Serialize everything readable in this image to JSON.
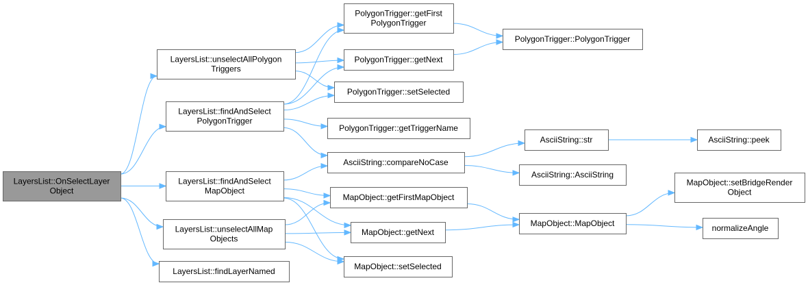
{
  "graph": {
    "edge_color": "#63b8ff",
    "node_border_color": "#666666",
    "root_fill_color": "#999999",
    "nodes": [
      {
        "id": "root",
        "lines": [
          "LayersList::OnSelectLayer",
          "Object"
        ],
        "root": true
      },
      {
        "id": "uapt",
        "lines": [
          "LayersList::unselectAllPolygon",
          "Triggers"
        ]
      },
      {
        "id": "fspt",
        "lines": [
          "LayersList::findAndSelect",
          "PolygonTrigger"
        ]
      },
      {
        "id": "fsmo",
        "lines": [
          "LayersList::findAndSelect",
          "MapObject"
        ]
      },
      {
        "id": "uamo",
        "lines": [
          "LayersList::unselectAllMap",
          "Objects"
        ]
      },
      {
        "id": "fln",
        "lines": [
          "LayersList::findLayerNamed"
        ]
      },
      {
        "id": "ptgf",
        "lines": [
          "PolygonTrigger::getFirst",
          "PolygonTrigger"
        ]
      },
      {
        "id": "ptgn",
        "lines": [
          "PolygonTrigger::getNext"
        ]
      },
      {
        "id": "ptss",
        "lines": [
          "PolygonTrigger::setSelected"
        ]
      },
      {
        "id": "ptgtn",
        "lines": [
          "PolygonTrigger::getTriggerName"
        ]
      },
      {
        "id": "ascn",
        "lines": [
          "AsciiString::compareNoCase"
        ]
      },
      {
        "id": "mogf",
        "lines": [
          "MapObject::getFirstMapObject"
        ]
      },
      {
        "id": "mogn",
        "lines": [
          "MapObject::getNext"
        ]
      },
      {
        "id": "moss",
        "lines": [
          "MapObject::setSelected"
        ]
      },
      {
        "id": "ptpt",
        "lines": [
          "PolygonTrigger::PolygonTrigger"
        ]
      },
      {
        "id": "asstr",
        "lines": [
          "AsciiString::str"
        ]
      },
      {
        "id": "asas",
        "lines": [
          "AsciiString::AsciiString"
        ]
      },
      {
        "id": "asp",
        "lines": [
          "AsciiString::peek"
        ]
      },
      {
        "id": "momo",
        "lines": [
          "MapObject::MapObject"
        ]
      },
      {
        "id": "mosbr",
        "lines": [
          "MapObject::setBridgeRender",
          "Object"
        ]
      },
      {
        "id": "na",
        "lines": [
          "normalizeAngle"
        ]
      }
    ],
    "edges": [
      [
        "root",
        "uapt"
      ],
      [
        "root",
        "fspt"
      ],
      [
        "root",
        "fsmo"
      ],
      [
        "root",
        "uamo"
      ],
      [
        "root",
        "fln"
      ],
      [
        "uapt",
        "ptgf"
      ],
      [
        "uapt",
        "ptgn"
      ],
      [
        "uapt",
        "ptss"
      ],
      [
        "fspt",
        "ptgf"
      ],
      [
        "fspt",
        "ptgn"
      ],
      [
        "fspt",
        "ptss"
      ],
      [
        "fspt",
        "ptgtn"
      ],
      [
        "fspt",
        "ascn"
      ],
      [
        "fsmo",
        "ascn"
      ],
      [
        "fsmo",
        "mogf"
      ],
      [
        "fsmo",
        "mogn"
      ],
      [
        "fsmo",
        "moss"
      ],
      [
        "uamo",
        "mogf"
      ],
      [
        "uamo",
        "mogn"
      ],
      [
        "uamo",
        "moss"
      ],
      [
        "ptgf",
        "ptpt"
      ],
      [
        "ptgn",
        "ptpt"
      ],
      [
        "ascn",
        "asstr"
      ],
      [
        "ascn",
        "asas"
      ],
      [
        "asstr",
        "asp"
      ],
      [
        "mogf",
        "momo"
      ],
      [
        "mogn",
        "momo"
      ],
      [
        "momo",
        "mosbr"
      ],
      [
        "momo",
        "na"
      ]
    ]
  }
}
